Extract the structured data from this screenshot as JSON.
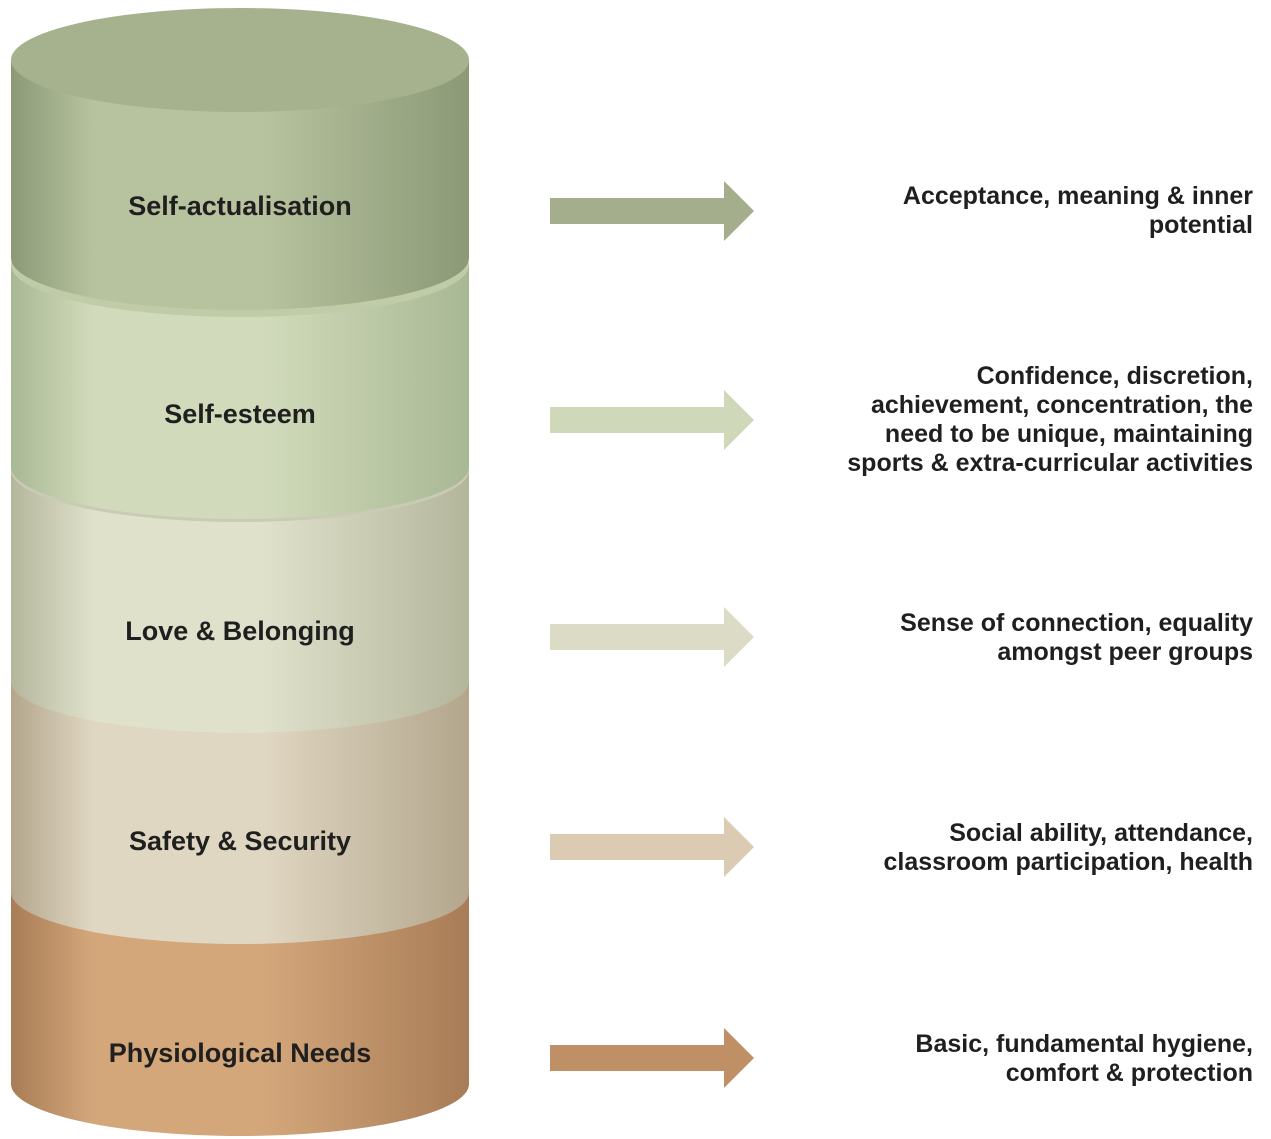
{
  "levels": [
    {
      "label": "Self-actualisation",
      "description_lines": [
        "Acceptance, meaning & inner",
        "potential"
      ],
      "colors": {
        "body_dark": "#8c9976",
        "body_light": "#b7c39f",
        "top": "#a6b28d",
        "arrow": "#a5ae8c"
      }
    },
    {
      "label": "Self-esteem",
      "description_lines": [
        "Confidence, discretion,",
        "achievement, concentration, the",
        "need to be unique, maintaining",
        "sports & extra-curricular activities"
      ],
      "colors": {
        "body_dark": "#a9b894",
        "body_light": "#d1dbbb",
        "top": "#c0cca8",
        "arrow": "#cfd8b8"
      }
    },
    {
      "label": "Love & Belonging",
      "description_lines": [
        "Sense of connection, equality",
        "amongst peer groups"
      ],
      "colors": {
        "body_dark": "#b4b69c",
        "body_light": "#dfe1cb",
        "top": "#c9cbb4",
        "arrow": "#dcdcc6"
      }
    },
    {
      "label": "Safety & Security",
      "description_lines": [
        "Social ability, attendance,",
        "classroom participation, health"
      ],
      "colors": {
        "body_dark": "#b3a68d",
        "body_light": "#e0d7c2",
        "top": "#cdbfa7",
        "arrow": "#dacbb2"
      }
    },
    {
      "label": "Physiological Needs",
      "description_lines": [
        "Basic, fundamental hygiene,",
        "comfort & protection"
      ],
      "colors": {
        "body_dark": "#a87c56",
        "body_light": "#d4a77b",
        "top": "#b98e66",
        "arrow": "#bf9066"
      }
    }
  ]
}
